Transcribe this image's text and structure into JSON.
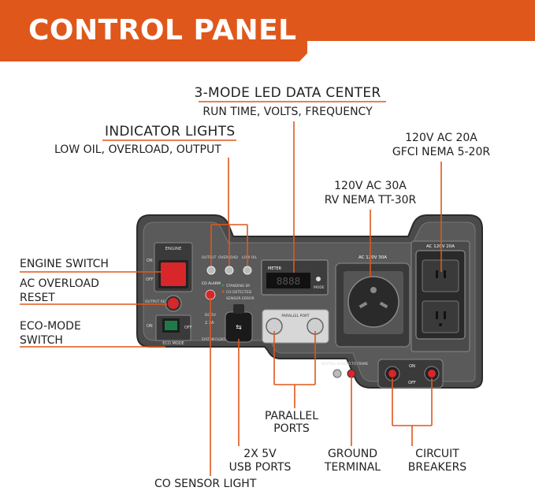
{
  "banner": {
    "title": "CONTROL PANEL",
    "color": "#e0571b"
  },
  "accent_color": "#e0571b",
  "callouts": {
    "led_center": {
      "title": "3-MODE LED DATA CENTER",
      "subtitle": "RUN TIME, VOLTS, FREQUENCY"
    },
    "indicator_lights": {
      "title": "INDICATOR LIGHTS",
      "subtitle": "LOW OIL, OVERLOAD, OUTPUT"
    },
    "gfci": {
      "line1": "120V AC 20A",
      "line2": "GFCI NEMA 5-20R"
    },
    "rv": {
      "line1": "120V AC 30A",
      "line2": "RV NEMA TT-30R"
    },
    "engine_switch": "ENGINE SWITCH",
    "ac_overload": {
      "line1": "AC OVERLOAD",
      "line2": "RESET"
    },
    "eco_mode": {
      "line1": "ECO-MODE",
      "line2": "SWITCH"
    },
    "parallel_ports": {
      "line1": "PARALLEL",
      "line2": "PORTS"
    },
    "usb_ports": {
      "line1": "2X 5V",
      "line2": "USB PORTS"
    },
    "ground_terminal": {
      "line1": "GROUND",
      "line2": "TERMINAL"
    },
    "circuit_breakers": {
      "line1": "CIRCUIT",
      "line2": "BREAKERS"
    },
    "co_sensor": "CO SENSOR LIGHT"
  },
  "panel_labels": {
    "engine": "ENGINE",
    "on": "ON",
    "off": "OFF",
    "output_reset": "OUTPUT RESET",
    "eco_mode": "ECO MODE",
    "output": "OUTPUT",
    "overload": "OVERLOAD",
    "low_oil": "LOW OIL",
    "co_alarm": "CO ALARM",
    "standing_by": "STANDING BY",
    "co_detected": "CO DETECTED",
    "sensor_error": "SENSOR ERROR",
    "dc_5v": "DC 5V",
    "amps": "2.1A",
    "system_floating": "SYSTEM FLOATING",
    "meter": "METER",
    "mode": "MODE",
    "meter_value": "8888",
    "parallel_port": "PARALLEL PORT",
    "ac_30a": "AC 120V 30A",
    "ac_20a": "AC 120V 20A",
    "neutral": "NEUTRAL BONDED TO FRAME",
    "on_bk": "ON",
    "off_bk": "OFF"
  }
}
